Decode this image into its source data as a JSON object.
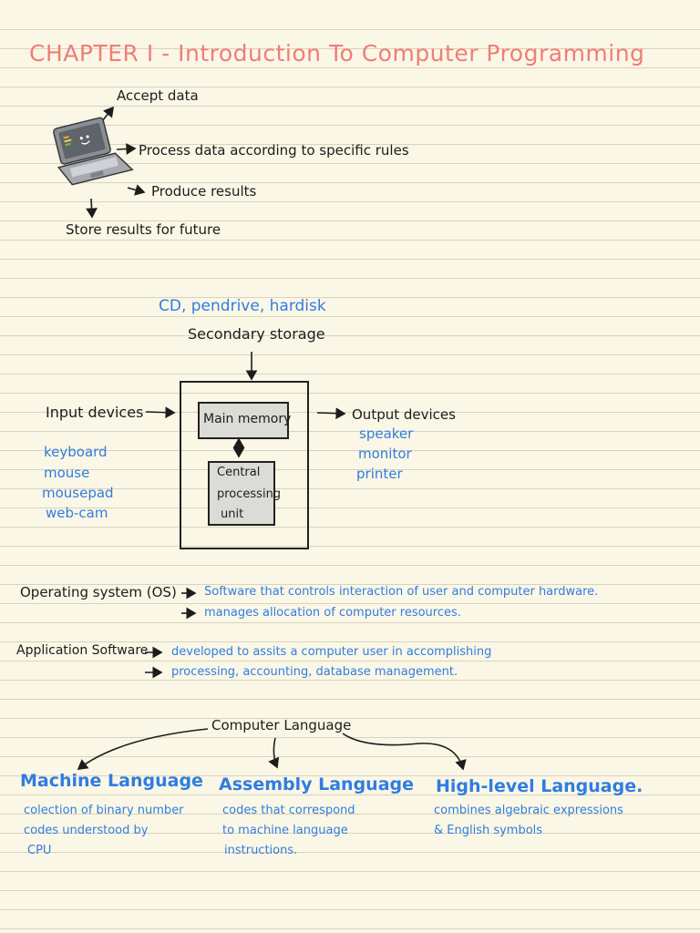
{
  "page": {
    "title": "CHAPTER I - Introduction To Computer Programming"
  },
  "computer_functions": {
    "accept": "Accept data",
    "process": "Process data according to specific rules",
    "produce": "Produce results",
    "store": "Store results for future"
  },
  "architecture": {
    "storage_examples": "CD, pendrive, hardisk",
    "secondary_storage": "Secondary storage",
    "input_title": "Input devices",
    "input_items": [
      "keyboard",
      "mouse",
      "mousepad",
      "web-cam"
    ],
    "main_memory": "Main memory",
    "cpu_line1": "Central",
    "cpu_line2": "processing",
    "cpu_line3": "unit",
    "output_title": "Output devices",
    "output_items": [
      "speaker",
      "monitor",
      "printer"
    ]
  },
  "software": {
    "os_label": "Operating system (OS)",
    "os_point1": "Software that controls interaction of user and computer hardware.",
    "os_point2": "manages allocation of computer resources.",
    "app_label": "Application Software",
    "app_point1": "developed to assits a computer user in accomplishing",
    "app_point2": "processing, accounting, database management."
  },
  "languages": {
    "title": "Computer Language",
    "machine": {
      "name": "Machine Language",
      "desc1": "colection of binary number",
      "desc2": "codes understood by",
      "desc3": "CPU"
    },
    "assembly": {
      "name": "Assembly Language",
      "desc1": "codes that correspond",
      "desc2": "to machine language",
      "desc3": "instructions."
    },
    "high": {
      "name": "High-level Language.",
      "desc1": "combines algebraic expressions",
      "desc2": "& English symbols"
    }
  },
  "colors": {
    "title": "#f07d78",
    "ink": "#1c1c1c",
    "blue": "#2f7de1",
    "paper": "#fbf7e6"
  }
}
